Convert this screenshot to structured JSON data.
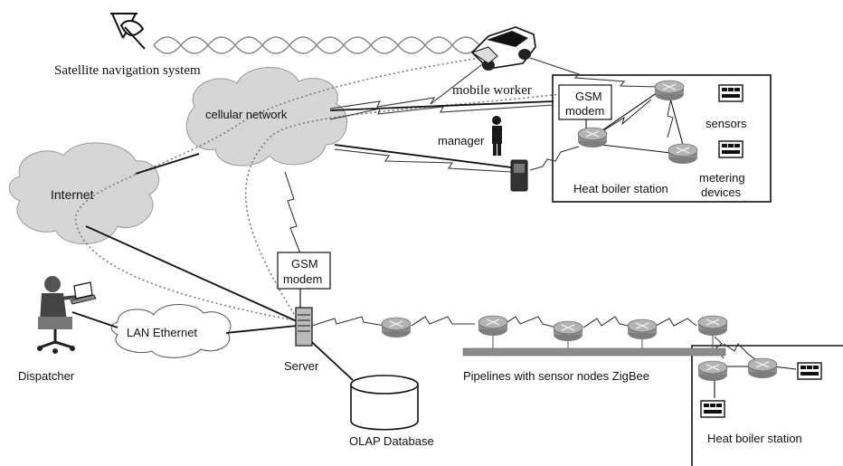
{
  "labels": {
    "satellite": "Satellite navigation system",
    "mobile_worker": "mobile worker",
    "cellular": "cellular network",
    "internet": "Internet",
    "manager": "manager",
    "gsm_top_line1": "GSM",
    "gsm_top_line2": "modem",
    "sensors": "sensors",
    "metering_line1": "metering",
    "metering_line2": "devices",
    "heat_boiler_top": "Heat boiler station",
    "gsm_server_line1": "GSM",
    "gsm_server_line2": "modem",
    "lan": "LAN Ethernet",
    "dispatcher": "Dispatcher",
    "server": "Server",
    "pipelines": "Pipelines with sensor nodes ZigBee",
    "olap": "OLAP Database",
    "heat_boiler_bottom": "Heat boiler station"
  },
  "colors": {
    "cloud": "#d6d6d6",
    "router": "#9a9a9a",
    "pipe": "#8c8c8c",
    "ink": "#111111"
  },
  "icons": [
    "satellite-icon",
    "car-icon",
    "router-icon",
    "sensor-panel-icon",
    "server-icon",
    "database-icon",
    "person-icon",
    "phone-icon",
    "laptop-icon"
  ]
}
